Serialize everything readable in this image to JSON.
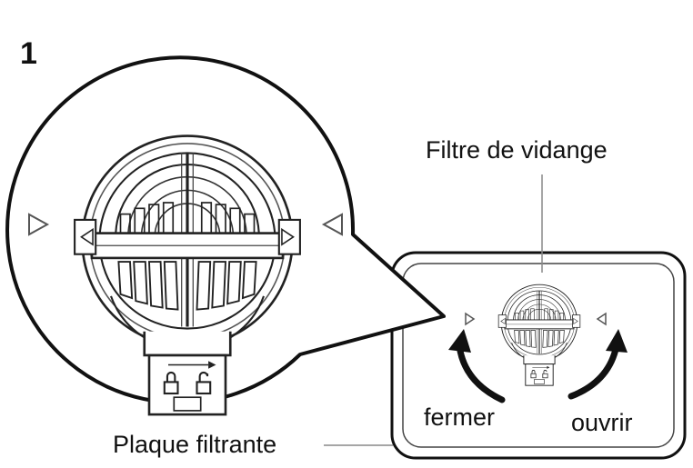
{
  "figure": {
    "step_number": "1",
    "labels": {
      "drain_filter": "Filtre de vidange",
      "close": "fermer",
      "open": "ouvrir",
      "filter_plate": "Plaque filtrante"
    },
    "icons": [
      "magnifier-bubble",
      "drain-filter-icon",
      "filter-plate-outline",
      "rotate-arrow-left-icon",
      "rotate-arrow-right-icon",
      "alignment-triangle-icon",
      "lock-icon",
      "unlock-icon"
    ],
    "colors": {
      "ink": "#111111",
      "background": "#ffffff",
      "leader_line": "#888888"
    }
  }
}
